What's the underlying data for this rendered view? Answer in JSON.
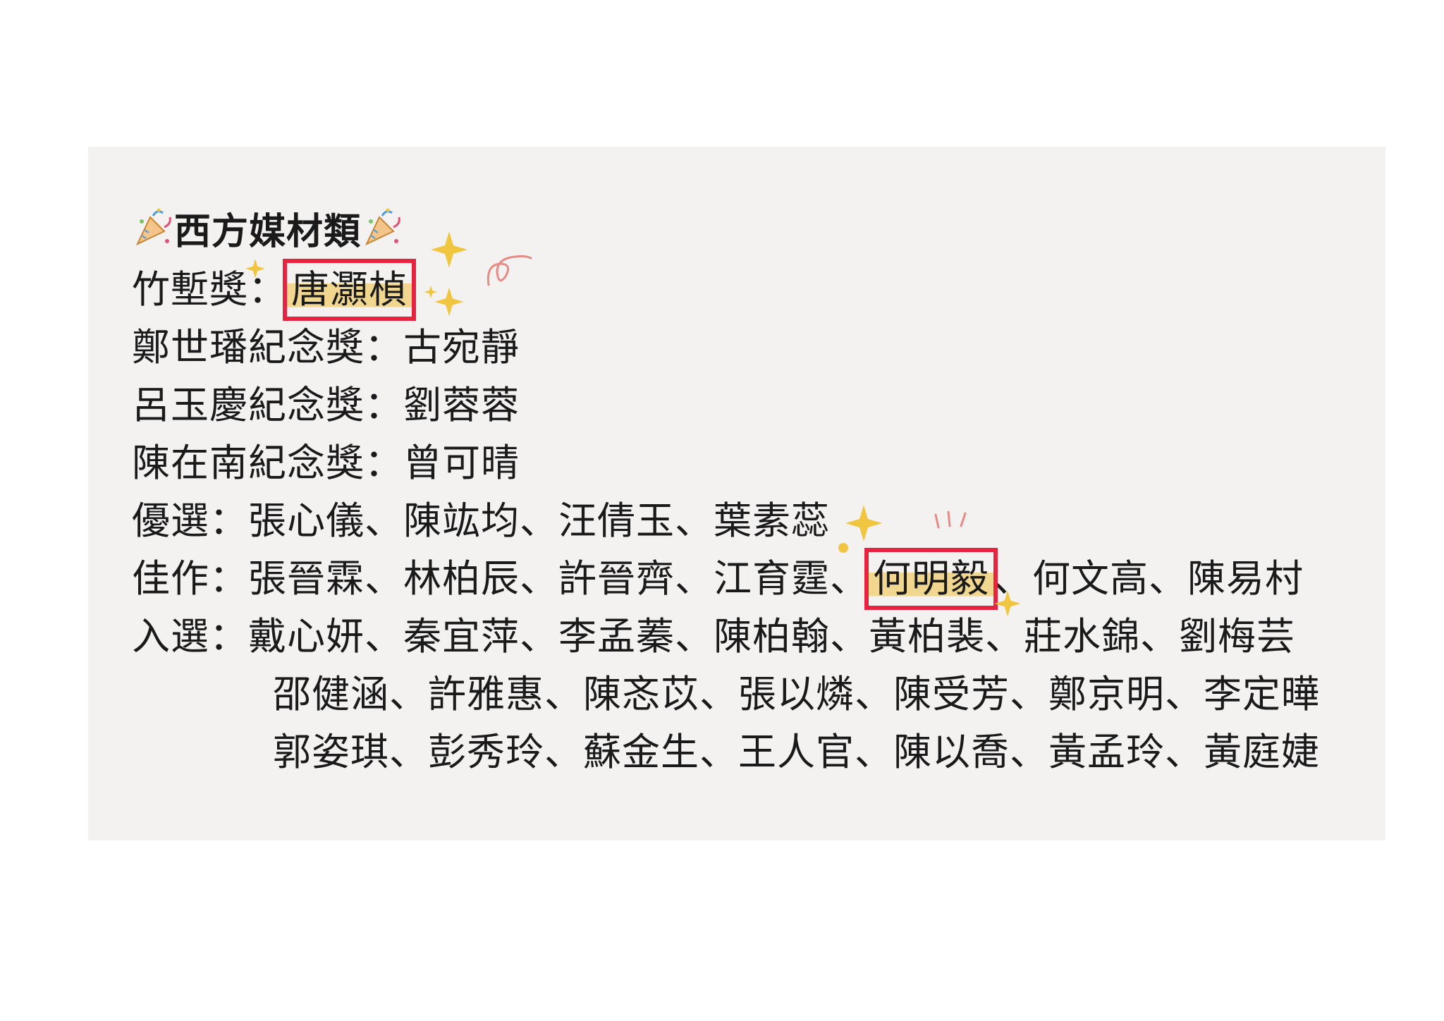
{
  "heading": {
    "title": "西方媒材類",
    "left_icon": "party-popper-icon",
    "right_icon": "party-popper-icon"
  },
  "awards": [
    {
      "label": "竹塹獎",
      "sep": "：",
      "names": "唐灝楨"
    },
    {
      "label": "鄭世璠紀念獎",
      "sep": "：",
      "names": "古宛靜"
    },
    {
      "label": "呂玉慶紀念獎",
      "sep": "：",
      "names": "劉蓉蓉"
    },
    {
      "label": "陳在南紀念獎",
      "sep": "：",
      "names": "曾可晴"
    },
    {
      "label": "優選",
      "sep": "：",
      "names": "張心儀、陳竑均、汪倩玉、葉素蕊"
    },
    {
      "label": "佳作",
      "sep": "：",
      "names_before": "張晉霖、林柏辰、許晉齊、江育霆、",
      "highlight": "何明毅",
      "names_after": "、何文高、陳易村"
    },
    {
      "label": "入選",
      "sep": "：",
      "names": "戴心妍、秦宜萍、李孟蓁、陳柏翰、黃柏裴、莊水錦、劉梅芸"
    }
  ],
  "continuation_lines": [
    "邵健涵、許雅惠、陳忞苡、張以燐、陳受芳、鄭京明、李定曄",
    "郭姿琪、彭秀玲、蘇金生、王人官、陳以喬、黃孟玲、黃庭婕"
  ],
  "colors": {
    "panel_bg": "#f4f2f1",
    "highlight_box": "#e8233f",
    "highlight_marker": "#eecd6e",
    "sparkle": "#f0c640",
    "swirl": "#e98b85"
  }
}
